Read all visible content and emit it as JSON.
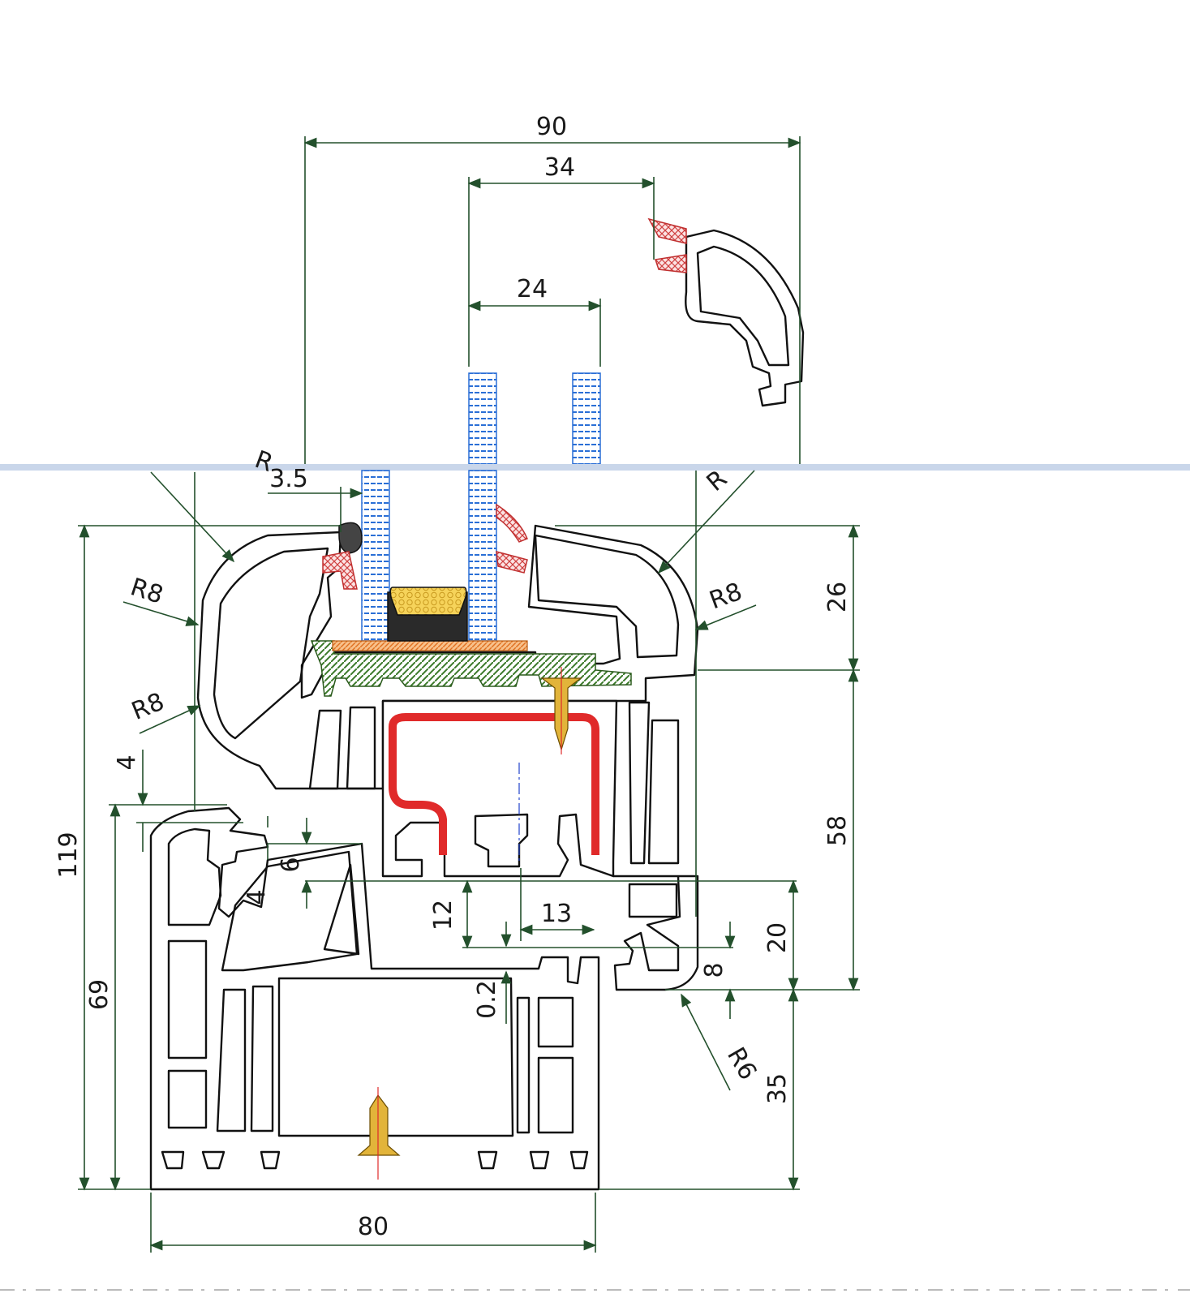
{
  "dimensions": {
    "overall_width": "90",
    "glass_pack": "34",
    "glass_inner": "24",
    "rebate_offset": "3.5",
    "sash_top_height": "26",
    "sash_lower_height": "58",
    "total_height": "119",
    "frame_height": "69",
    "overlap_top": "4",
    "overlap_mid": "6",
    "overlap_low": "4",
    "seal_gap": "12",
    "seal_width": "13",
    "clearance": "0.2",
    "drip_height": "8",
    "rebate_height": "20",
    "frame_depth_lower": "35",
    "frame_width": "80"
  },
  "radii": {
    "r8_left_top": "R8",
    "r8_left_mid": "R8",
    "r8_right": "R8",
    "r6_bottom": "R6",
    "r_clipped_right": "R",
    "r_clipped_left": "R"
  },
  "colors": {
    "dimension_lines": "#23502c",
    "profile_outline": "#111111",
    "steel_reinforcement": "#e02a2a",
    "glass": "#2a6fd6",
    "gasket": "#c03030",
    "spacer": "#f6d35a",
    "screw": "#e2b43a",
    "glazing_bead_insert": "#3c7a2a"
  }
}
